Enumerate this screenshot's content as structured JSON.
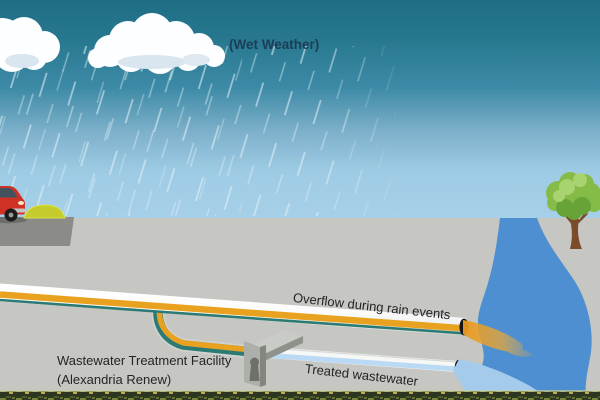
{
  "scene": {
    "wet_weather_label": "(Wet Weather)",
    "overflow_label": "Overflow during rain events",
    "treated_label": "Treated wastewater",
    "facility_label_line1": "Wastewater Treatment Facility",
    "facility_label_line2": "(Alexandria Renew)"
  },
  "icons": {
    "cloud-icon": "white-puffy-cloud",
    "rain-icon": "diagonal-rain-streaks",
    "car-icon": "red-sedan-side",
    "tree-icon": "green-deciduous-tree",
    "treatment-facility-icon": "gray-concrete-headwall",
    "outfall-icon": "dark-pipe-opening"
  },
  "colors": {
    "sky_top": "#1e6d85",
    "sky_mid": "#3d8aa6",
    "sky_horizon": "#a6d0e8",
    "ground": "#c6c7c3",
    "road": "#8b8c88",
    "grass_mound": "#c3cc2a",
    "stream": "#4d8fd1",
    "tree_foliage": "#85bb47",
    "tree_trunk": "#7b4b2a",
    "car_body": "#cf3125",
    "pipe_casing": "#ffffff",
    "sewage_orange": "#e8a21f",
    "pipe_teal": "#2c7a74",
    "treated_water": "#b9d9f4",
    "treated_plume": "#a4cbec",
    "facility_gray": "#adafaa",
    "outfall_opening": "#161616",
    "soil_strip": "#2e3520",
    "label_text": "#242424",
    "weather_text": "#1c3d57"
  }
}
